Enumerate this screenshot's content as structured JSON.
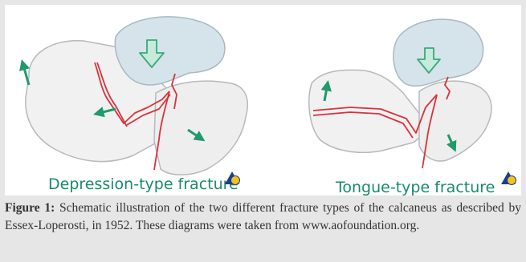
{
  "panels": [
    {
      "label": "Depression-type fracture"
    },
    {
      "label": "Tongue-type fracture"
    }
  ],
  "caption": {
    "label": "Figure 1:",
    "text": "Schematic illustration of the two different fracture types of the calcaneus as described by Essex-Loperosti, in 1952. These diagrams were taken from www.aofoundation.org."
  },
  "colors": {
    "bone_fill": "#f1f1f1",
    "bone_stroke": "#b5b9bd",
    "talus_fill": "#d4e4ea",
    "fracture_line": "#d9323a",
    "arrow": "#1f9a6a",
    "down_arrow_fill": "#c6eadb",
    "down_arrow_stroke": "#3aa87a",
    "label_text": "#178a6e",
    "logo_blue": "#1c3d8f",
    "logo_yellow": "#f2c318"
  }
}
